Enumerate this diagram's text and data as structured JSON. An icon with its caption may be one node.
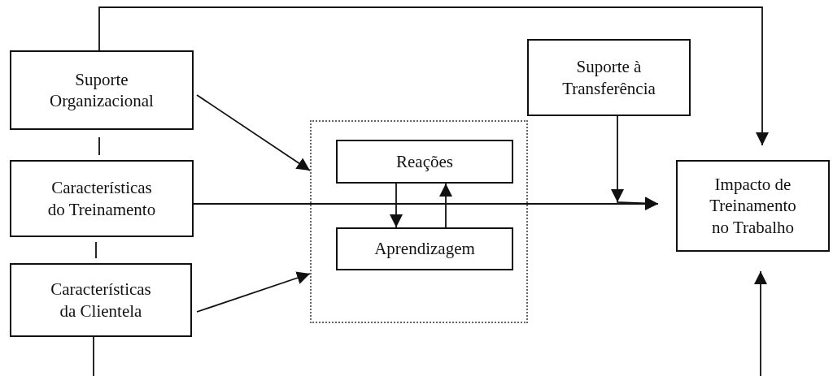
{
  "diagram": {
    "nodes": [
      {
        "text": [
          "Suporte Organizacional"
        ]
      },
      {
        "text": [
          "Características do Treinamento"
        ]
      },
      {
        "text": [
          "Características da Clientela"
        ]
      },
      {
        "text": [],
        "shape": "box"
      },
      {
        "text": [
          "Reações"
        ],
        "in": 3
      },
      {
        "text": [
          "Aprendizagem"
        ],
        "in": 3
      },
      {
        "text": [
          "Suporte à Transferência"
        ]
      },
      {
        "text": [
          "Impacto de Treinamento no Trabalho"
        ]
      }
    ],
    "edges": [
      {
        "from": 0,
        "to": 7,
        "arrow": "to"
      },
      {
        "from": 0,
        "to": 1,
        "arrow": "none"
      },
      {
        "from": 1,
        "to": 2,
        "arrow": "none"
      },
      {
        "from": 0,
        "to": 3,
        "arrow": "to"
      },
      {
        "from": 2,
        "to": 3,
        "arrow": "to"
      },
      {
        "from": 1,
        "to": 7,
        "arrow": "to"
      },
      {
        "from": 6,
        "to": 7,
        "arrow": "to"
      },
      {
        "from": 4,
        "to": 5,
        "arrow": "to"
      },
      {
        "from": 5,
        "to": 4,
        "arrow": "to"
      },
      {
        "from": 2,
        "to": null,
        "arrow": "none"
      },
      {
        "from": null,
        "to": 7,
        "arrow": "to"
      }
    ]
  }
}
